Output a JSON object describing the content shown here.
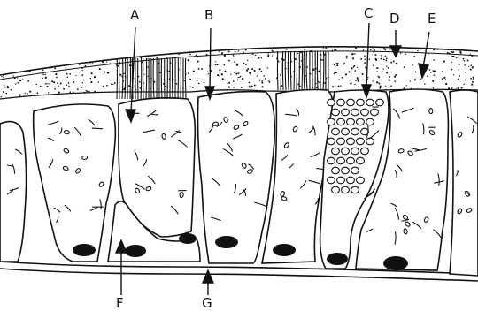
{
  "labels": {
    "A": "A",
    "B": "B",
    "C": "C",
    "D": "D",
    "E": "E",
    "F": "F",
    "G": "G"
  },
  "colors": {
    "ink": "#111111",
    "paper": "#ffffff"
  }
}
